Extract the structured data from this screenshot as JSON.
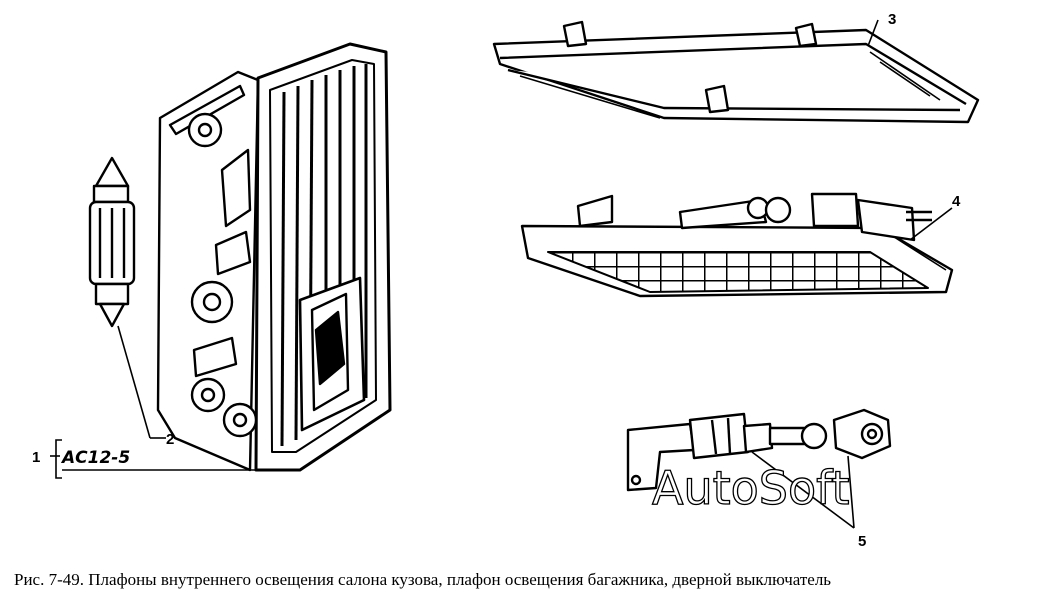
{
  "figure": {
    "caption": "Рис. 7-49. Плафоны внутреннего освещения салона кузова, плафон освещения багажника, дверной выключатель",
    "lamp_label": "АС12-5",
    "watermark": "AutoSoft",
    "callouts": {
      "c1": "1",
      "c2": "2",
      "c3": "3",
      "c4": "4",
      "c5": "5"
    }
  }
}
